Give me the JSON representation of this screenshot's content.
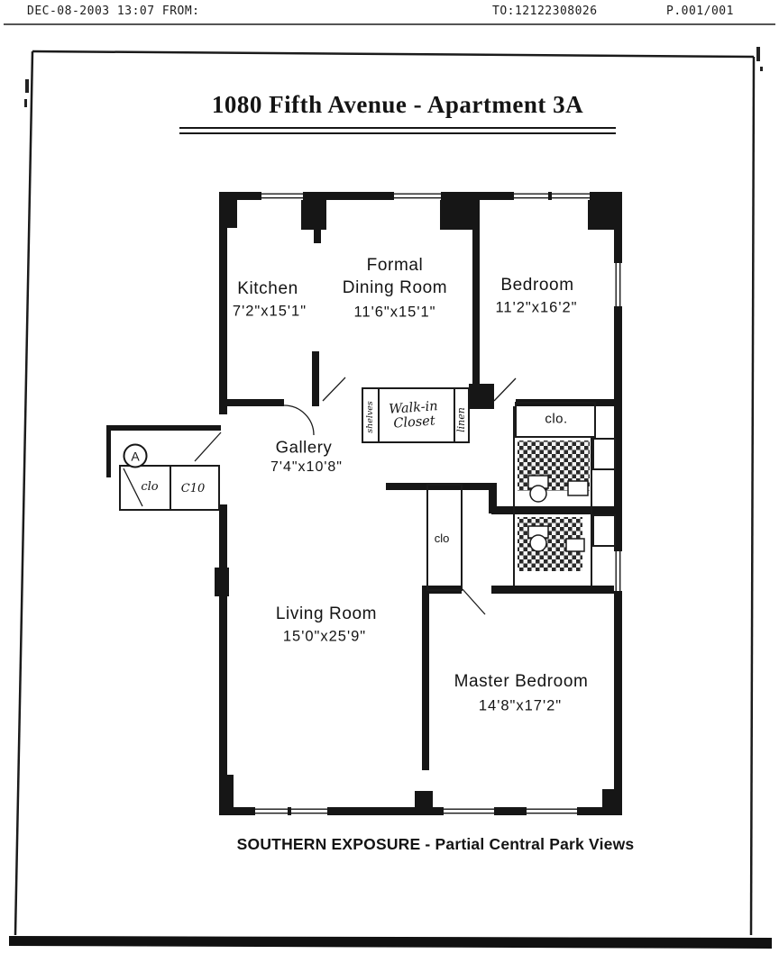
{
  "colors": {
    "ink": "#161616",
    "paper": "#ffffff"
  },
  "fax_header": {
    "from_line": "DEC-08-2003 13:07 FROM:",
    "to_line": "TO:12122308026",
    "page_line": "P.001/001"
  },
  "title": "1080 Fifth Avenue - Apartment 3A",
  "rooms": {
    "kitchen": {
      "name": "Kitchen",
      "dims": "7'2\"x15'1\""
    },
    "dining": {
      "name": "Formal\nDining Room",
      "dims": "11'6\"x15'1\""
    },
    "bedroom": {
      "name": "Bedroom",
      "dims": "11'2\"x16'2\""
    },
    "gallery": {
      "name": "Gallery",
      "dims": "7'4\"x10'8\""
    },
    "living": {
      "name": "Living Room",
      "dims": "15'0\"x25'9\""
    },
    "master": {
      "name": "Master Bedroom",
      "dims": "14'8\"x17'2\""
    }
  },
  "closets": {
    "walk_in": "Walk-in\nCloset",
    "bath_closet": "clo.",
    "hall_closet_1": "clo",
    "hall_closet_2": "C10",
    "mid_closet": "clo",
    "left_vertical": "shelves",
    "right_vertical": "linen"
  },
  "entry_marker": "A",
  "footer": "SOUTHERN EXPOSURE - Partial Central Park Views"
}
